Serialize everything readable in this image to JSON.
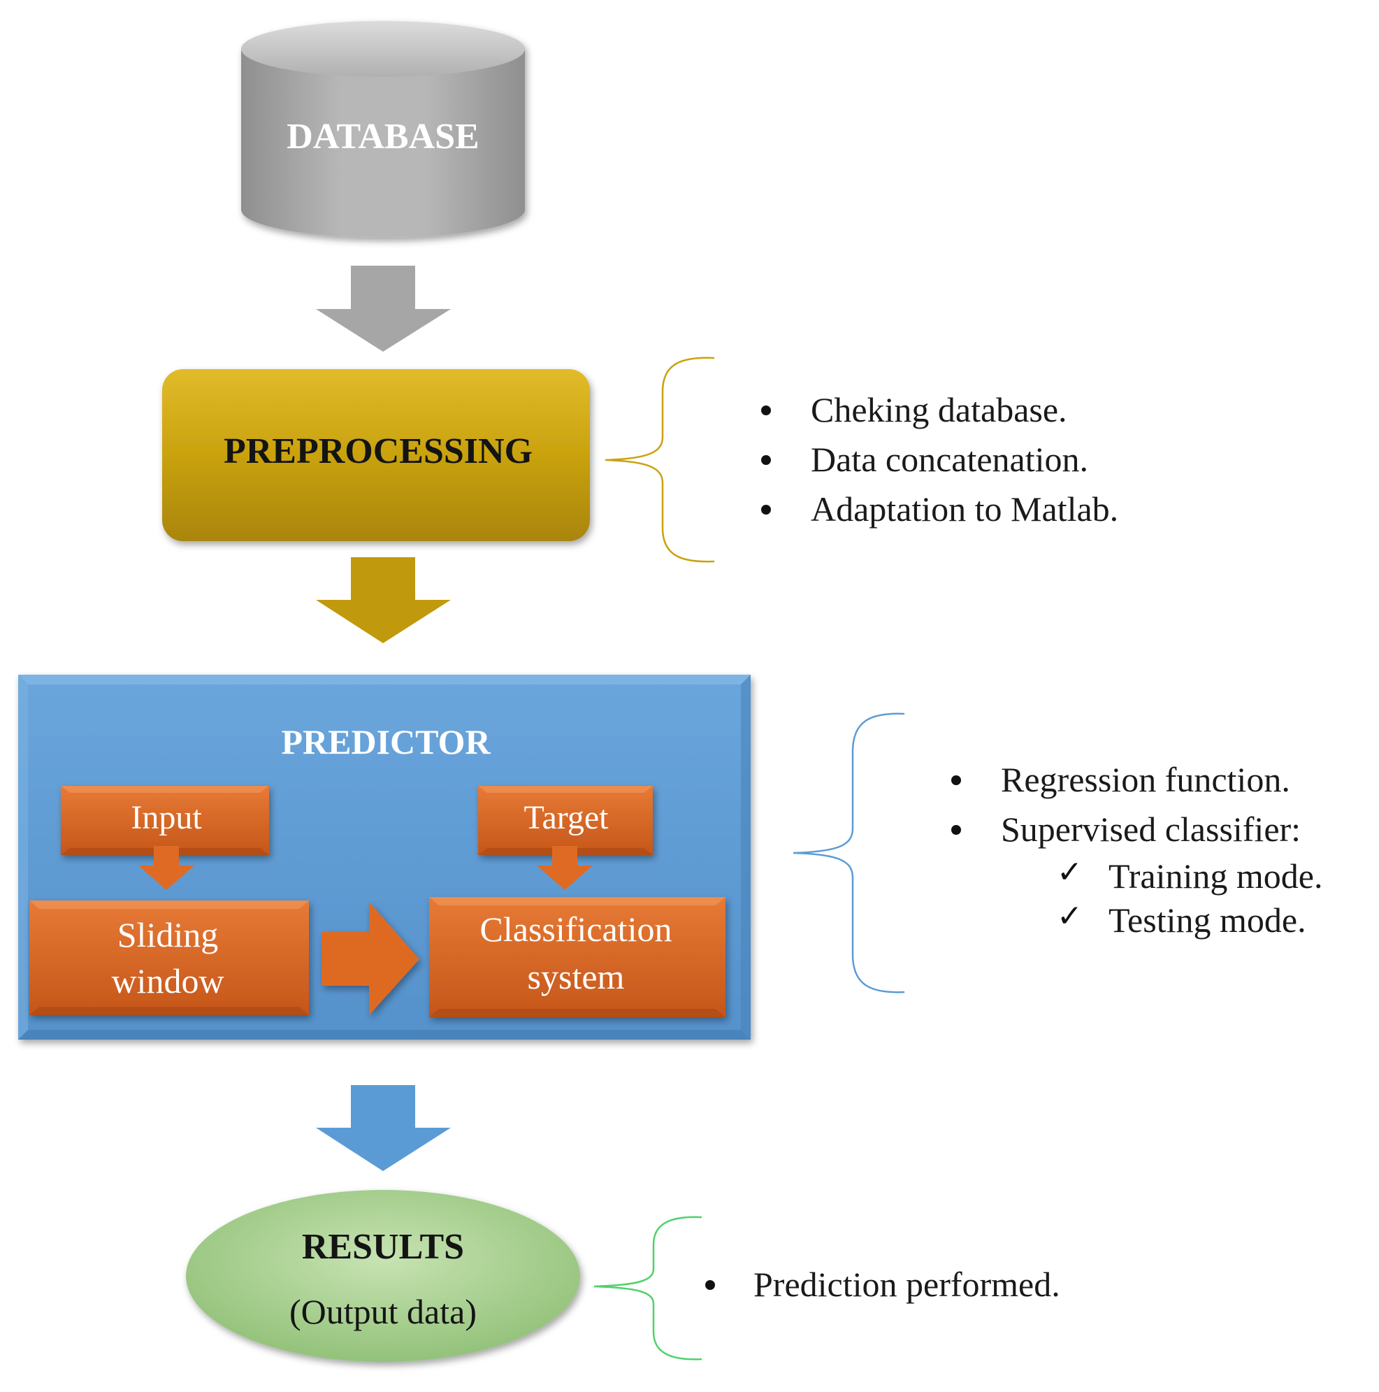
{
  "diagram": {
    "nodes": {
      "database": {
        "label": "DATABASE"
      },
      "preprocessing": {
        "label": "PREPROCESSING"
      },
      "predictor": {
        "label": "PREDICTOR"
      },
      "input": {
        "label": "Input"
      },
      "target": {
        "label": "Target"
      },
      "sliding_window": {
        "line1": "Sliding",
        "line2": "window"
      },
      "classification_system": {
        "line1": "Classification",
        "line2": "system"
      },
      "results": {
        "label": "RESULTS",
        "sublabel": "(Output data)"
      }
    },
    "notes": {
      "preprocessing": [
        "Cheking database.",
        "Data concatenation.",
        "Adaptation to Matlab."
      ],
      "predictor": {
        "items": [
          "Regression function.",
          "Supervised classifier:"
        ],
        "modes": [
          "Training mode.",
          "Testing mode."
        ]
      },
      "results": [
        "Prediction performed."
      ]
    },
    "colors": {
      "database": "#a6a6a6",
      "preprocessing": "#c9a20e",
      "predictor": "#5b9bd5",
      "sub_box": "#d9661f",
      "results": "#a9d18e",
      "brace_preprocessing": "#c9a20e",
      "brace_predictor": "#5b9bd5",
      "brace_results": "#4fd26a"
    }
  }
}
